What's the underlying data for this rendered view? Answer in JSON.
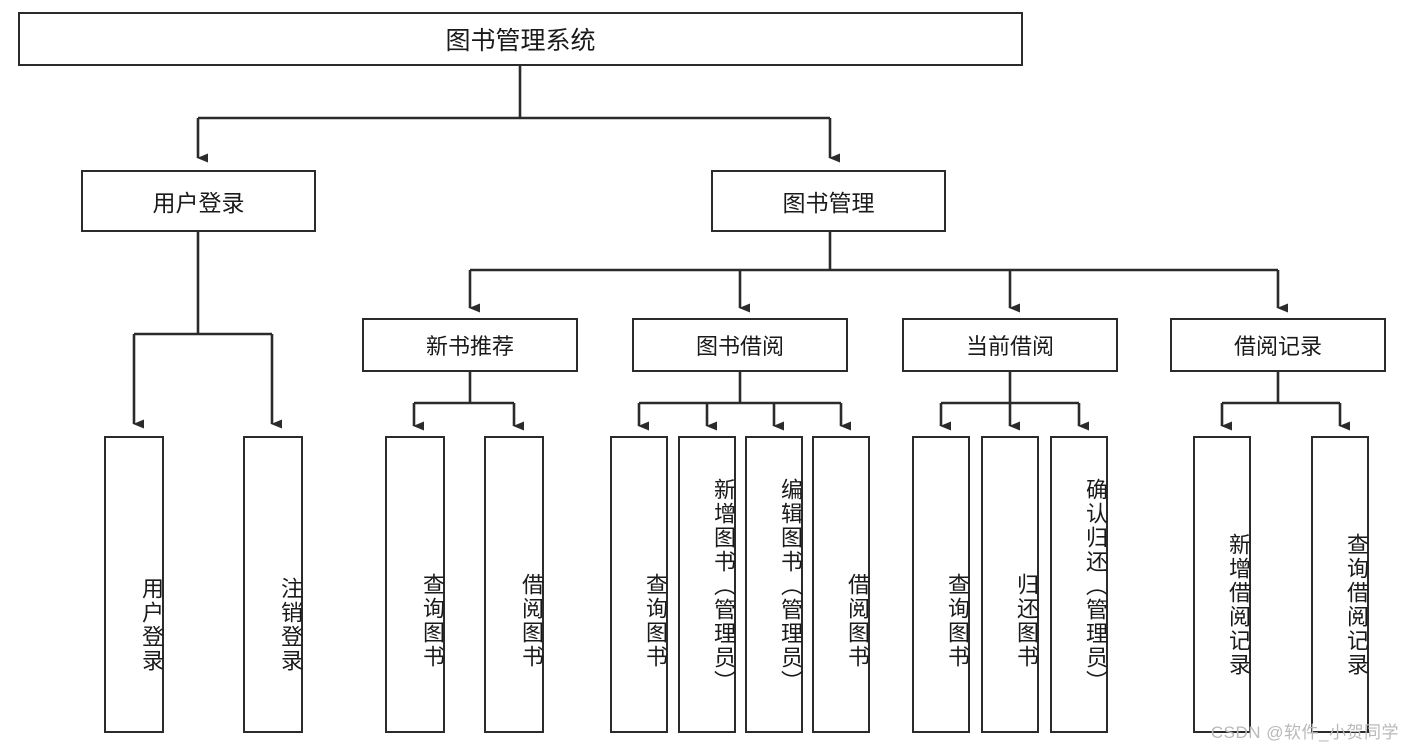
{
  "diagram": {
    "title": "图书管理系统",
    "type": "tree",
    "watermark": "CSDN @软件_小贺同学",
    "colors": {
      "border": "#2b2b2b",
      "fill": "#ffffff",
      "text": "#1a1a1a",
      "connector": "#2b2b2b",
      "watermark": "#b9b9b9"
    },
    "root": {
      "label": "图书管理系统"
    },
    "level2": [
      {
        "label": "用户登录"
      },
      {
        "label": "图书管理"
      }
    ],
    "level3": [
      {
        "label": "新书推荐"
      },
      {
        "label": "图书借阅"
      },
      {
        "label": "当前借阅"
      },
      {
        "label": "借阅记录"
      }
    ],
    "leaves": {
      "user_login": [
        {
          "label": "用户登录"
        },
        {
          "label": "注销登录"
        }
      ],
      "new_book": [
        {
          "label": "查询图书"
        },
        {
          "label": "借阅图书"
        }
      ],
      "borrow_book": [
        {
          "label": "查询图书"
        },
        {
          "label": "新增图书（管理员）"
        },
        {
          "label": "编辑图书（管理员）"
        },
        {
          "label": "借阅图书"
        }
      ],
      "current_borrow": [
        {
          "label": "查询图书"
        },
        {
          "label": "归还图书"
        },
        {
          "label": "确认归还（管理员）"
        }
      ],
      "borrow_record": [
        {
          "label": "新增借阅记录"
        },
        {
          "label": "查询借阅记录"
        }
      ]
    }
  }
}
